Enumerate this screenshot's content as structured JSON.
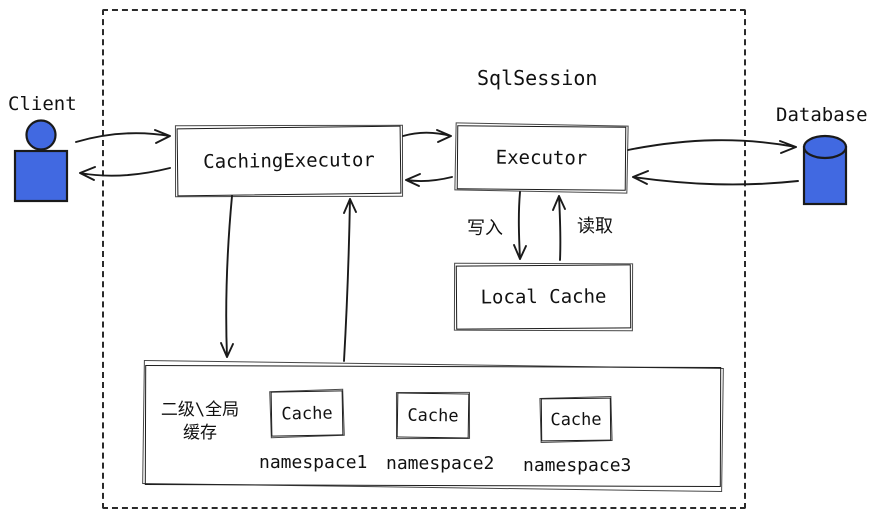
{
  "labels": {
    "client": "Client",
    "database": "Database",
    "sql_session": "SqlSession",
    "write": "写入",
    "read": "读取",
    "global_cache": "二级\\全局\n缓存"
  },
  "boxes": {
    "caching_executor": "CachingExecutor",
    "executor": "Executor",
    "local_cache": "Local Cache"
  },
  "namespaces": [
    {
      "cache": "Cache",
      "name": "namespace1"
    },
    {
      "cache": "Cache",
      "name": "namespace2"
    },
    {
      "cache": "Cache",
      "name": "namespace3"
    }
  ],
  "colors": {
    "actor_fill": "#4169e1",
    "stroke": "#1a1a1a"
  }
}
